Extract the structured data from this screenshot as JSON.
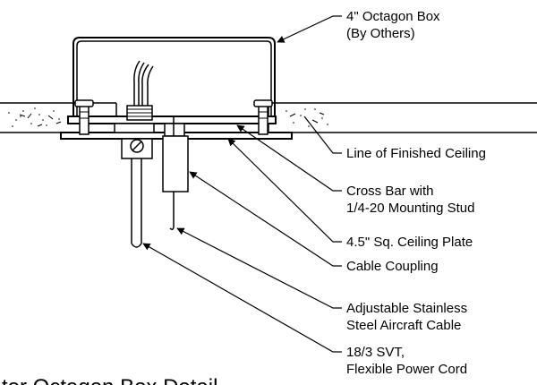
{
  "diagram": {
    "caption": "tor Octagon Box Detail",
    "labels": {
      "octagon_box_line1": "4\" Octagon Box",
      "octagon_box_line2": "(By Others)",
      "finished_ceiling": "Line of Finished Ceiling",
      "cross_bar_line1": "Cross Bar with",
      "cross_bar_line2": "1/4-20 Mounting Stud",
      "ceiling_plate": "4.5\" Sq. Ceiling Plate",
      "cable_coupling": "Cable Coupling",
      "aircraft_cable_line1": "Adjustable Stainless",
      "aircraft_cable_line2": "Steel Aircraft Cable",
      "power_cord_line1": "18/3 SVT,",
      "power_cord_line2": "Flexible Power Cord"
    }
  }
}
